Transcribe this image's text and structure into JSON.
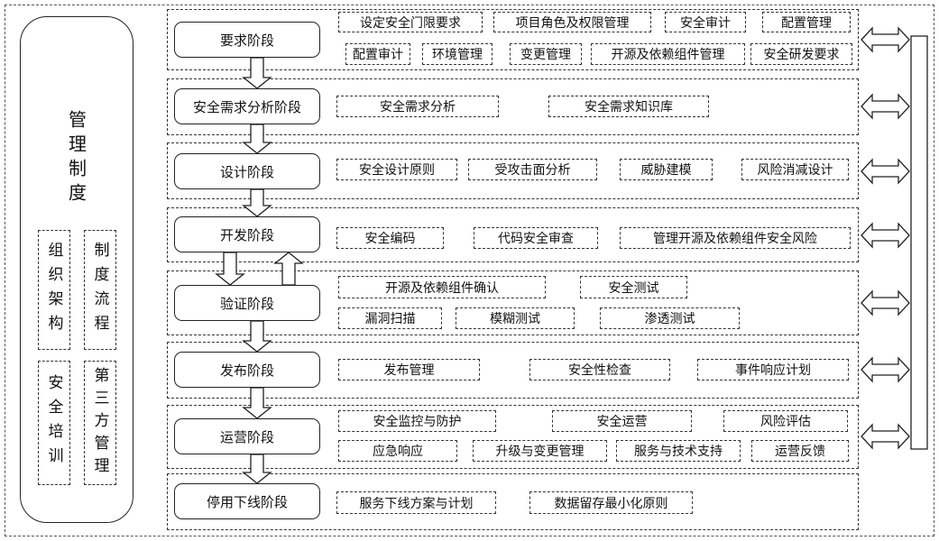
{
  "left_panel": {
    "title": "管理制度",
    "boxes": [
      "组织架构",
      "制度流程",
      "安全培训",
      "第三方管理"
    ]
  },
  "stages": [
    {
      "name": "要求阶段",
      "items": [
        "设定安全门限要求",
        "项目角色及权限管理",
        "安全审计",
        "配置管理",
        "配置审计",
        "环境管理",
        "变更管理",
        "开源及依赖组件管理",
        "安全研发要求"
      ]
    },
    {
      "name": "安全需求分析阶段",
      "items": [
        "安全需求分析",
        "安全需求知识库"
      ]
    },
    {
      "name": "设计阶段",
      "items": [
        "安全设计原则",
        "受攻击面分析",
        "威胁建模",
        "风险消减设计"
      ]
    },
    {
      "name": "开发阶段",
      "items": [
        "安全编码",
        "代码安全审查",
        "管理开源及依赖组件安全风险"
      ]
    },
    {
      "name": "验证阶段",
      "items": [
        "开源及依赖组件确认",
        "安全测试",
        "漏洞扫描",
        "模糊测试",
        "渗透测试"
      ]
    },
    {
      "name": "发布阶段",
      "items": [
        "发布管理",
        "安全性检查",
        "事件响应计划"
      ]
    },
    {
      "name": "运营阶段",
      "items": [
        "安全监控与防护",
        "安全运营",
        "风险评估",
        "应急响应",
        "升级与变更管理",
        "服务与技术支持",
        "运营反馈"
      ]
    },
    {
      "name": "停用下线阶段",
      "items": [
        "服务下线方案与计划",
        "数据留存最小化原则"
      ]
    }
  ]
}
